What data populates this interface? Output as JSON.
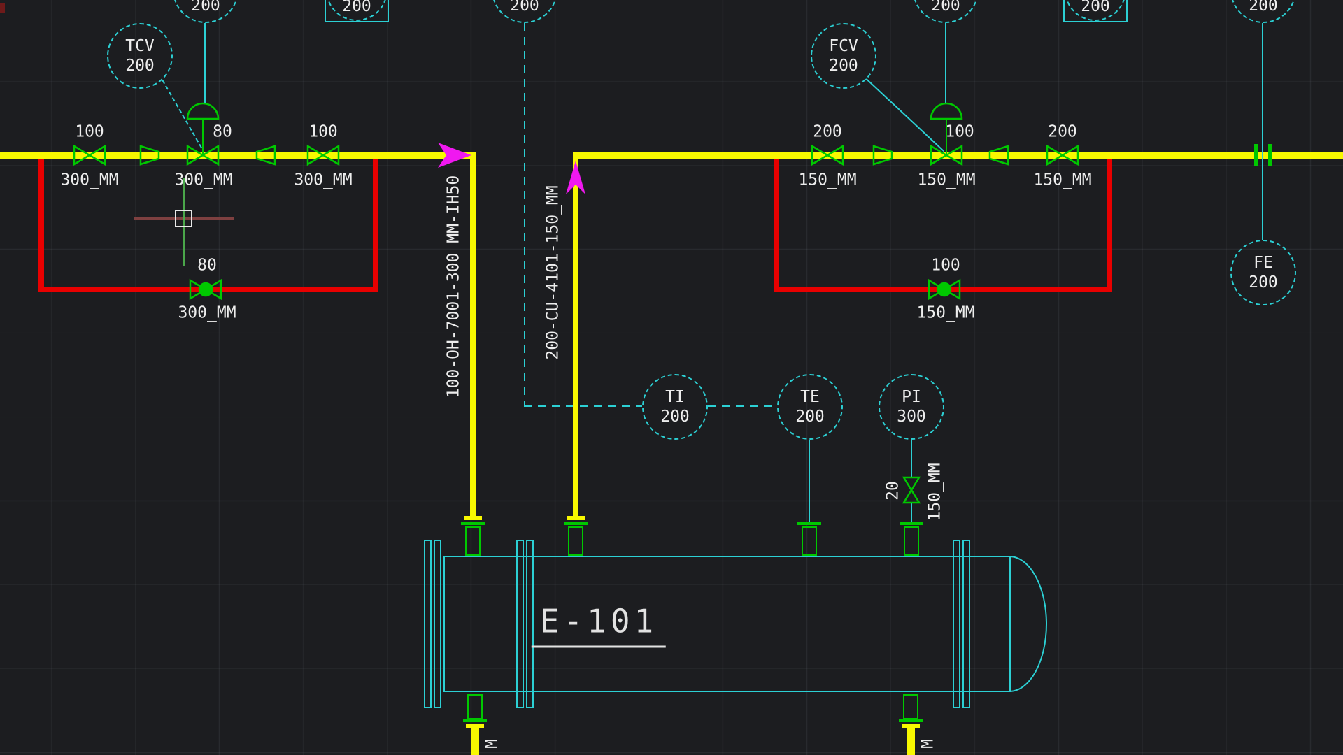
{
  "colors": {
    "background": "#1c1d20",
    "pipe_yellow": "#f8f800",
    "bypass_red": "#e80000",
    "valve_green": "#00c800",
    "instrument_cyan": "#2cd0d4",
    "arrow_magenta": "#f018f0",
    "text_white": "#ededed"
  },
  "top_symbols": {
    "c1": "200",
    "sq1": "200",
    "c2": "200",
    "c3": "200",
    "sq2": "200",
    "c4": "200"
  },
  "instruments": {
    "tcv": {
      "tag": "TCV",
      "num": "200"
    },
    "fcv": {
      "tag": "FCV",
      "num": "200"
    },
    "ti": {
      "tag": "TI",
      "num": "200"
    },
    "te": {
      "tag": "TE",
      "num": "200"
    },
    "pi": {
      "tag": "PI",
      "num": "300"
    },
    "fe": {
      "tag": "FE",
      "num": "200"
    }
  },
  "left_line": {
    "valve1_size": "100",
    "valve1_spec": "300_MM",
    "cv_size": "80",
    "cv_spec": "300_MM",
    "valve2_size": "100",
    "valve2_spec": "300_MM",
    "bypass_size": "80",
    "bypass_spec": "300_MM"
  },
  "right_line": {
    "valve1_size": "200",
    "valve1_spec": "150_MM",
    "cv_size": "100",
    "cv_spec": "150_MM",
    "valve2_size": "200",
    "valve2_spec": "150_MM",
    "bypass_size": "100",
    "bypass_spec": "150_MM"
  },
  "risers": {
    "line1_label": "100-OH-7001-300_MM-IH50",
    "line2_label": "200-CU-4101-150_MM"
  },
  "pi_branch": {
    "valve_size": "20",
    "valve_spec": "150_MM"
  },
  "equipment": {
    "tag": "E-101"
  },
  "outlets": {
    "left_label": "M",
    "right_label": "M"
  }
}
